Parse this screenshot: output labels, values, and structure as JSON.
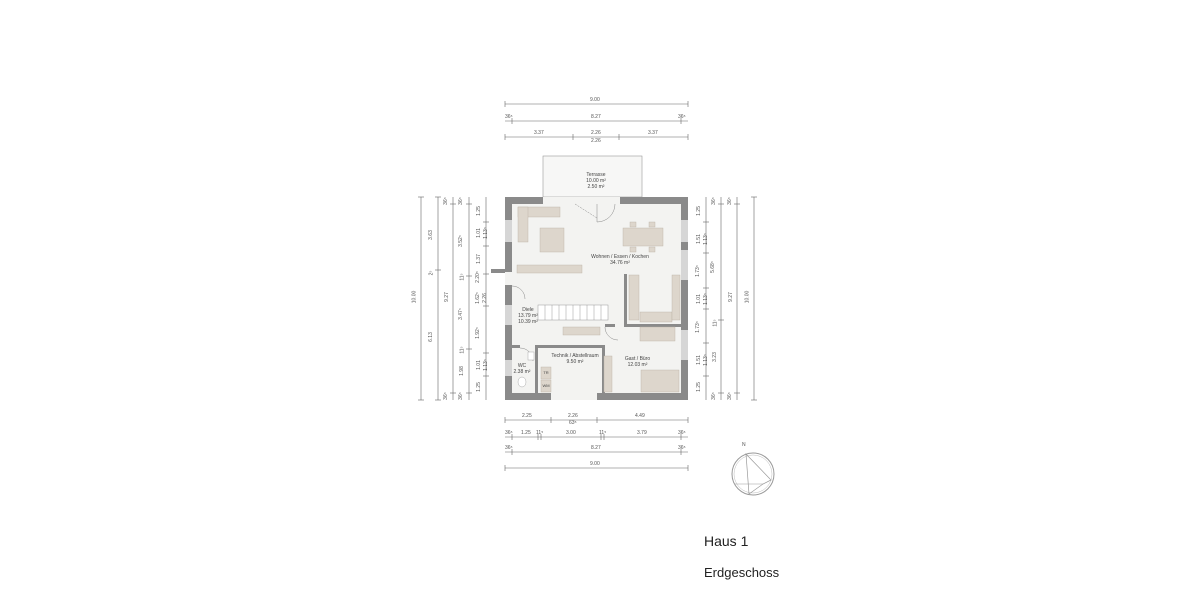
{
  "plan": {
    "house": "Haus 1",
    "floor": "Erdgeschoss",
    "north_label": "N",
    "colors": {
      "wall": "#8a8a8a",
      "floor": "#f3f3f1",
      "furniture": "#d9d2c8",
      "dim_line": "#666666"
    }
  },
  "rooms": [
    {
      "name": "Terrasse",
      "area": "10.00 m²",
      "area2": "2.50 m²"
    },
    {
      "name": "Wohnen / Essen / Kochen",
      "area": "34.76 m²"
    },
    {
      "name": "Diele",
      "area": "13.79 m²",
      "area2": "10.39 m²"
    },
    {
      "name": "Technik / Abstellraum",
      "area": "9.50 m²"
    },
    {
      "name": "Gast / Büro",
      "area": "12.03 m²"
    },
    {
      "name": "WC",
      "area": "2.38 m²"
    },
    {
      "name": "TR",
      "area": ""
    },
    {
      "name": "WM",
      "area": ""
    }
  ],
  "dims_top": {
    "row1": [
      "9.00"
    ],
    "row2": [
      "36⁵",
      "8.27",
      "36⁵"
    ],
    "row3": [
      "3.37",
      "2.26",
      "3.37"
    ],
    "row3_sub": "2.26"
  },
  "dims_bottom": {
    "row1": [
      "2.25",
      "2.26",
      "4.49"
    ],
    "row1_sub": "63⁵",
    "row2": [
      "36⁵",
      "1.25",
      "11⁵",
      "3.00",
      "11⁵",
      "3.79",
      "36⁵"
    ],
    "row3": [
      "36⁵",
      "8.27",
      "36⁵"
    ],
    "row4": [
      "9.00"
    ]
  },
  "dims_left": {
    "col1": [
      "10.00"
    ],
    "col2": [
      "3.63",
      "2⁵",
      "6.13"
    ],
    "col3": [
      "36⁵",
      "9.27",
      "36⁵"
    ],
    "col4": [
      "36⁵",
      "3.52⁵",
      "11⁵",
      "3.47⁵",
      "11⁵",
      "1.98",
      "36⁵"
    ],
    "col5": [
      "1.25",
      "1.01",
      "1.13⁵",
      "1.37",
      "2.20⁵",
      "1.62⁵",
      "2.26",
      "1.92⁵",
      "1.01",
      "1.13⁵",
      "1.25"
    ]
  },
  "dims_right": {
    "col1": [
      "1.25",
      "1.51",
      "1.13⁵",
      "1.73⁵",
      "1.01",
      "1.13⁵",
      "1.73⁵",
      "1.51",
      "1.13⁵",
      "1.25"
    ],
    "col2": [
      "36⁵",
      "5.68⁵",
      "11⁵",
      "3.23",
      "36⁵"
    ],
    "col3": [
      "36⁵",
      "9.27",
      "36⁵"
    ],
    "col4": [
      "10.00"
    ]
  }
}
